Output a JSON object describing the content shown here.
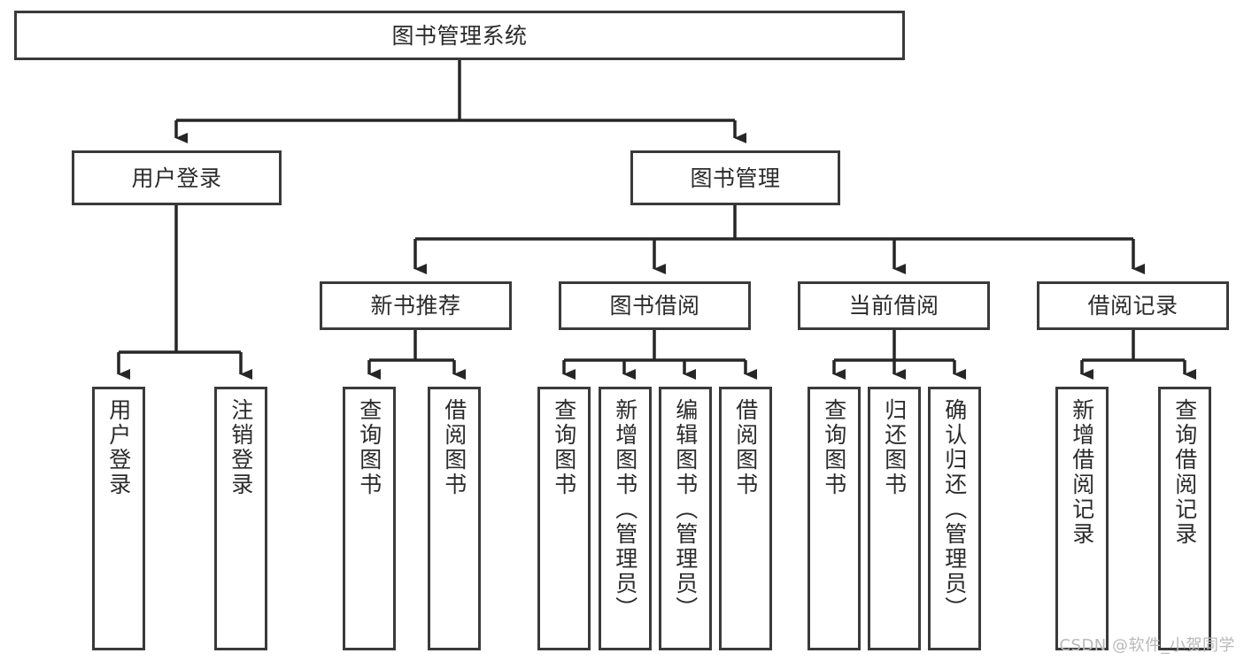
{
  "diagram": {
    "type": "tree-hierarchy",
    "title": "图书管理系统",
    "orientation": "top-down",
    "colors": {
      "box_border": "#3a3a3a",
      "box_fill": "#ffffff",
      "edge": "#262626",
      "text": "#2b2b2b",
      "watermark": "#b9b9b9",
      "background": "#ffffff"
    },
    "levels": 4,
    "root": {
      "id": "root",
      "label": "图书管理系统",
      "orientation": "horizontal"
    },
    "level2": [
      {
        "id": "user-login",
        "label": "用户登录",
        "orientation": "horizontal"
      },
      {
        "id": "book-manage",
        "label": "图书管理",
        "orientation": "horizontal"
      }
    ],
    "level3": [
      {
        "id": "new-book-recommend",
        "label": "新书推荐",
        "orientation": "horizontal",
        "parent": "book-manage"
      },
      {
        "id": "book-borrow",
        "label": "图书借阅",
        "orientation": "horizontal",
        "parent": "book-manage"
      },
      {
        "id": "current-borrow",
        "label": "当前借阅",
        "orientation": "horizontal",
        "parent": "book-manage"
      },
      {
        "id": "borrow-record",
        "label": "借阅记录",
        "orientation": "horizontal",
        "parent": "book-manage"
      }
    ],
    "leaves": {
      "user_login": [
        {
          "id": "leaf-user-login",
          "label": "用户登录",
          "orientation": "vertical"
        },
        {
          "id": "leaf-logout",
          "label": "注销登录",
          "orientation": "vertical"
        }
      ],
      "new_book_recommend": [
        {
          "id": "leaf-query-book-1",
          "label": "查询图书",
          "orientation": "vertical"
        },
        {
          "id": "leaf-borrow-book-1",
          "label": "借阅图书",
          "orientation": "vertical"
        }
      ],
      "book_borrow": [
        {
          "id": "leaf-query-book-2",
          "label": "查询图书",
          "orientation": "vertical"
        },
        {
          "id": "leaf-add-book",
          "label": "新增图书（管理员）",
          "orientation": "vertical"
        },
        {
          "id": "leaf-edit-book",
          "label": "编辑图书（管理员）",
          "orientation": "vertical"
        },
        {
          "id": "leaf-borrow-book-2",
          "label": "借阅图书",
          "orientation": "vertical"
        }
      ],
      "current_borrow": [
        {
          "id": "leaf-query-book-3",
          "label": "查询图书",
          "orientation": "vertical"
        },
        {
          "id": "leaf-return-book",
          "label": "归还图书",
          "orientation": "vertical"
        },
        {
          "id": "leaf-confirm-return",
          "label": "确认归还（管理员）",
          "orientation": "vertical"
        }
      ],
      "borrow_record": [
        {
          "id": "leaf-add-record",
          "label": "新增借阅记录",
          "orientation": "vertical"
        },
        {
          "id": "leaf-query-record",
          "label": "查询借阅记录",
          "orientation": "vertical"
        }
      ]
    }
  },
  "watermark": {
    "text": "CSDN @软件_小贺同学"
  }
}
